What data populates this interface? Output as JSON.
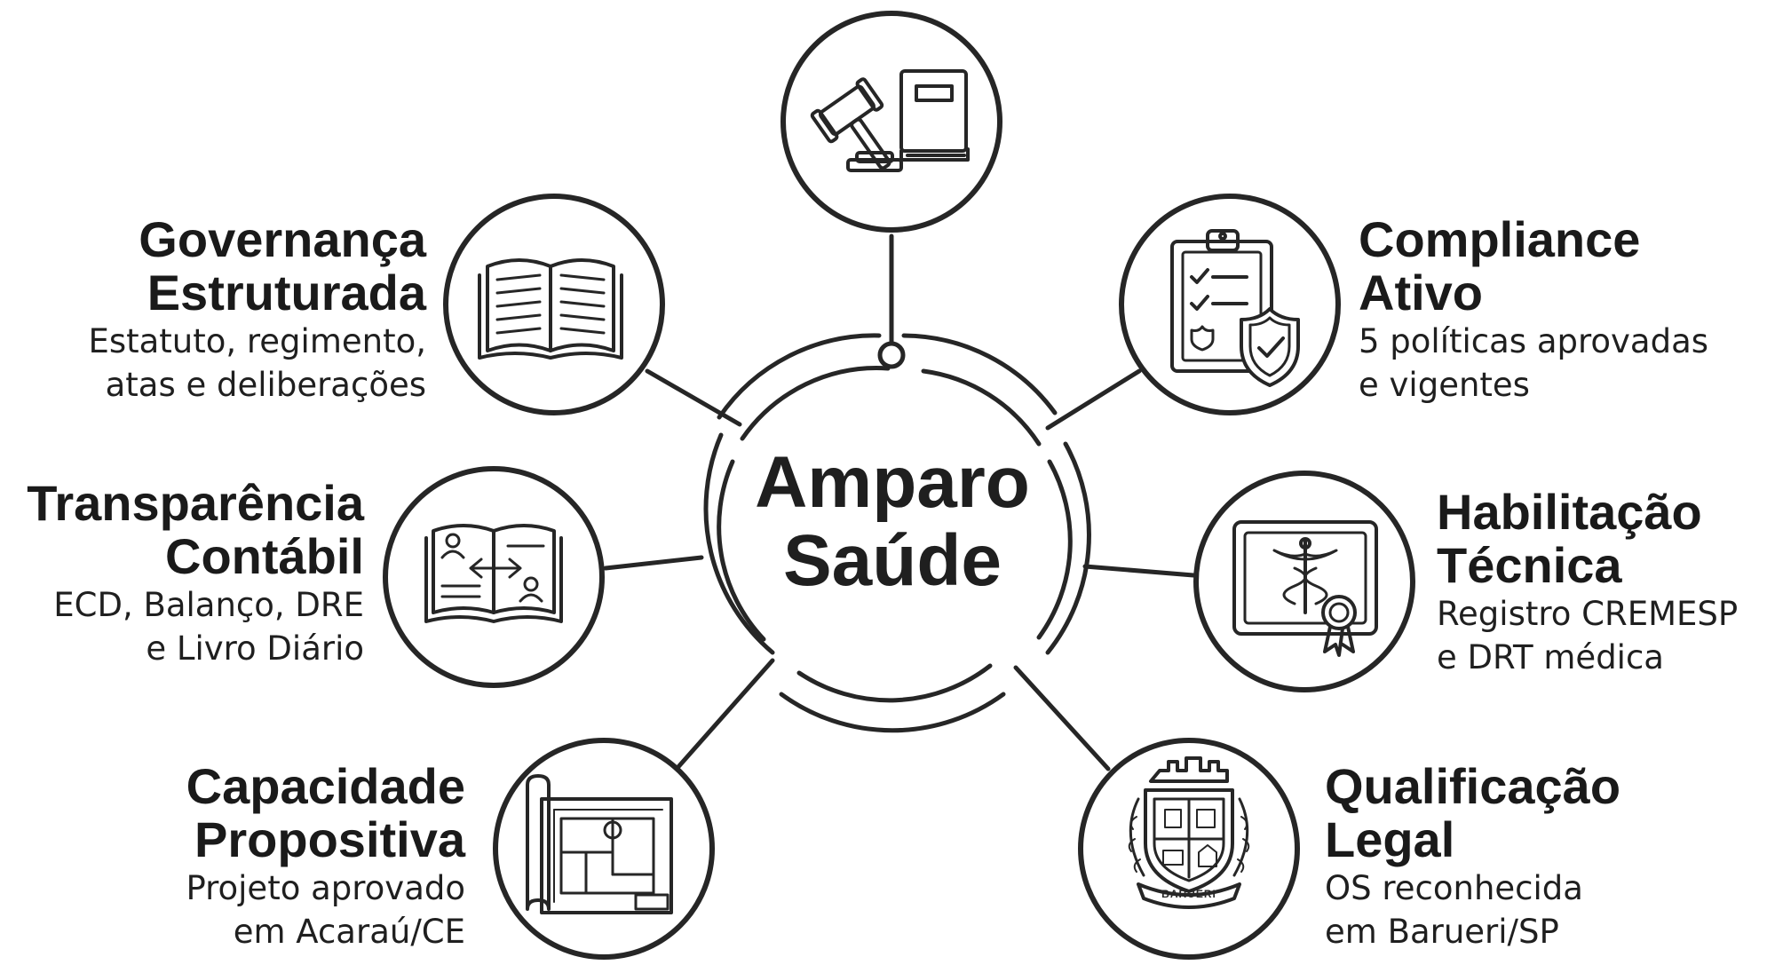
{
  "center": {
    "line1": "Amparo",
    "line2": "Saúde"
  },
  "nodes": [
    {
      "id": "legal-framework",
      "icon": "gavel-book-icon"
    },
    {
      "id": "governanca",
      "icon": "open-book-icon",
      "title1": "Governança",
      "title2": "Estruturada",
      "desc1": "Estatuto, regimento,",
      "desc2": "atas e deliberações"
    },
    {
      "id": "compliance",
      "icon": "clipboard-shield-icon",
      "title1": "Compliance",
      "title2": "Ativo",
      "desc1": "5 políticas aprovadas",
      "desc2": "e vigentes"
    },
    {
      "id": "transparencia",
      "icon": "ledger-exchange-icon",
      "title1": "Transparência",
      "title2": "Contábil",
      "desc1": "ECD, Balanço, DRE",
      "desc2": "e Livro Diário"
    },
    {
      "id": "habilitacao",
      "icon": "caduceus-certificate-icon",
      "title1": "Habilitação",
      "title2": "Técnica",
      "desc1": "Registro CREMESP",
      "desc2": "e DRT médica"
    },
    {
      "id": "capacidade",
      "icon": "blueprint-icon",
      "title1": "Capacidade",
      "title2": "Propositiva",
      "desc1": "Projeto aprovado",
      "desc2": "em Acaraú/CE"
    },
    {
      "id": "qualificacao",
      "icon": "barueri-coat-of-arms-icon",
      "title1": "Qualificação",
      "title2": "Legal",
      "desc1": "OS reconhecida",
      "desc2": "em Barueri/SP",
      "emblem_text": "BARUERI"
    }
  ]
}
